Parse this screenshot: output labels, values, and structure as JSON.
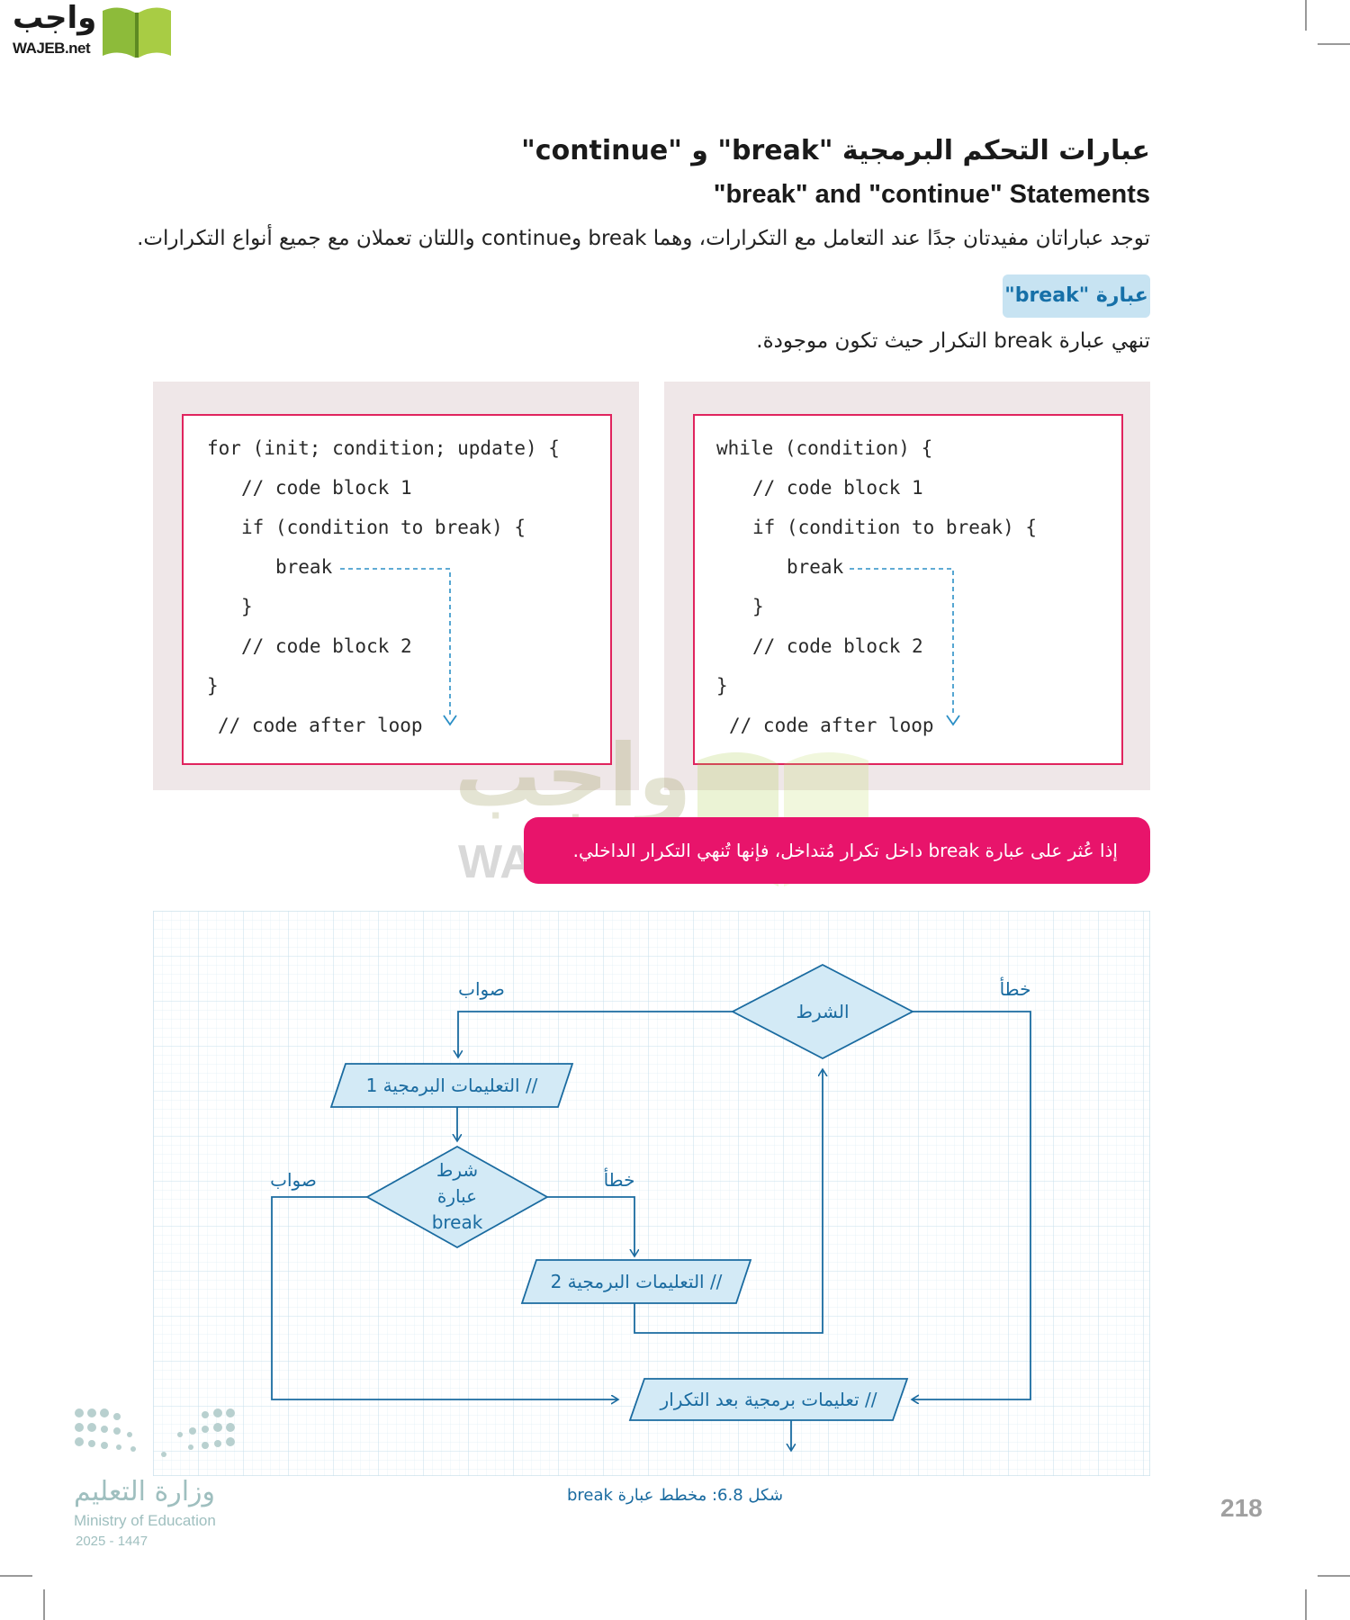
{
  "logo": {
    "arabic": "واجب",
    "english": "WAJEB.net"
  },
  "section": {
    "title_ar": "عبارات التحكم البرمجية \"break\" و \"continue\"",
    "title_en": "\"break\" and \"continue\" Statements",
    "intro": "توجد عباراتان مفيدتان جدًا عند التعامل مع التكرارات، وهما break وcontinue واللتان تعملان مع جميع أنواع التكرارات."
  },
  "subsection": {
    "label": "عبارة \"break\"",
    "description": "تنهي عبارة break التكرار حيث تكون موجودة."
  },
  "code_for": {
    "line1": "for (init; condition; update) {",
    "line2": "// code block 1",
    "line3": "if (condition to break) {",
    "line4": "break",
    "line5": "}",
    "line6": "// code block 2",
    "line7": "}",
    "line8": "// code after loop"
  },
  "code_while": {
    "line1": "while (condition) {",
    "line2": "// code block 1",
    "line3": "if (condition to break) {",
    "line4": "break",
    "line5": "}",
    "line6": "// code block 2",
    "line7": "}",
    "line8": "// code after loop"
  },
  "note": "إذا عُثر على عبارة break داخل تكرار مُتداخل، فإنها تُنهي التكرار الداخلي.",
  "flowchart": {
    "condition": "الشرط",
    "true_label": "صواب",
    "false_label": "خطأ",
    "block1": "// التعليمات البرمجية 1",
    "break_line1": "شرط",
    "break_line2": "عبارة",
    "break_line3": "break",
    "block2": "// التعليمات البرمجية 2",
    "after_loop": "// تعليمات برمجية بعد التكرار"
  },
  "caption": "شكل 6.8: مخطط عبارة break",
  "page_number": "218",
  "ministry": {
    "arabic": "وزارة التعليم",
    "english": "Ministry of Education",
    "year": "2025 - 1447"
  },
  "colors": {
    "accent_pink": "#e8146b",
    "code_border": "#e0245e",
    "flow_blue": "#1a6ba0",
    "subhead_bg": "#c7e3f2"
  }
}
